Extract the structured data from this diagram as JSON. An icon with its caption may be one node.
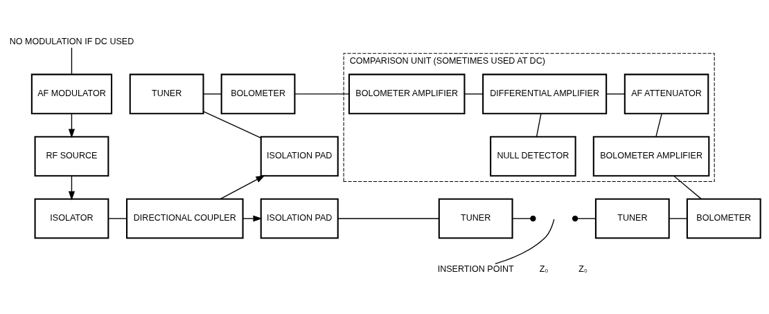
{
  "diagram": {
    "nodes": [
      {
        "text": [
          "NO MODULATION IF DC USED"
        ]
      },
      {
        "text": [
          "AF MODULATOR"
        ]
      },
      {
        "text": [
          "TUNER"
        ]
      },
      {
        "text": [
          "BOLOMETER"
        ]
      },
      {
        "text": [
          "COMPARISON UNIT (SOMETIMES USED AT DC)"
        ]
      },
      {
        "text": [
          "BOLOMETER AMPLIFIER"
        ],
        "in": 4
      },
      {
        "text": [
          "DIFFERENTIAL AMPLIFIER"
        ],
        "in": 4
      },
      {
        "text": [
          "AF ATTENUATOR"
        ],
        "in": 4
      },
      {
        "text": [
          "RF SOURCE"
        ]
      },
      {
        "text": [
          "ISOLATION PAD"
        ]
      },
      {
        "text": [
          "NULL DETECTOR"
        ],
        "in": 4
      },
      {
        "text": [
          "BOLOMETER AMPLIFIER"
        ],
        "in": 4
      },
      {
        "text": [
          "ISOLATOR"
        ]
      },
      {
        "text": [
          "DIRECTIONAL COUPLER"
        ]
      },
      {
        "text": [
          "ISOLATION PAD"
        ]
      },
      {
        "text": [
          "TUNER"
        ]
      },
      {
        "text": [],
        "shape": "circle"
      },
      {
        "text": [],
        "shape": "circle"
      },
      {
        "text": [
          "TUNER"
        ]
      },
      {
        "text": [
          "BOLOMETER"
        ]
      },
      {
        "text": [
          "INSERTION POINT"
        ]
      }
    ],
    "edges": [
      {
        "from": 0,
        "to": 1,
        "arrow": "none"
      },
      {
        "from": 1,
        "to": 8,
        "arrow": "to"
      },
      {
        "from": 8,
        "to": 12,
        "arrow": "to"
      },
      {
        "from": 12,
        "to": 13,
        "arrow": "none"
      },
      {
        "from": 13,
        "to": 9,
        "arrow": "to"
      },
      {
        "from": 9,
        "to": 2,
        "arrow": "none"
      },
      {
        "from": 2,
        "to": 3,
        "arrow": "none"
      },
      {
        "from": 3,
        "to": 5,
        "arrow": "none"
      },
      {
        "from": 5,
        "to": 6,
        "arrow": "none"
      },
      {
        "from": 6,
        "to": 7,
        "arrow": "none"
      },
      {
        "from": 6,
        "to": 10,
        "arrow": "none"
      },
      {
        "from": 7,
        "to": 11,
        "arrow": "none"
      },
      {
        "from": 11,
        "to": 19,
        "arrow": "none"
      },
      {
        "from": 13,
        "to": 14,
        "arrow": "to"
      },
      {
        "from": 14,
        "to": 15,
        "arrow": "none"
      },
      {
        "from": 15,
        "to": 16,
        "arrow": "none"
      },
      {
        "from": 17,
        "to": 18,
        "arrow": "none"
      },
      {
        "from": 18,
        "to": 19,
        "arrow": "none"
      },
      {
        "from": 20,
        "to": null,
        "arrow": "none"
      }
    ],
    "labels": [
      "Z₀",
      "Z₀"
    ]
  }
}
